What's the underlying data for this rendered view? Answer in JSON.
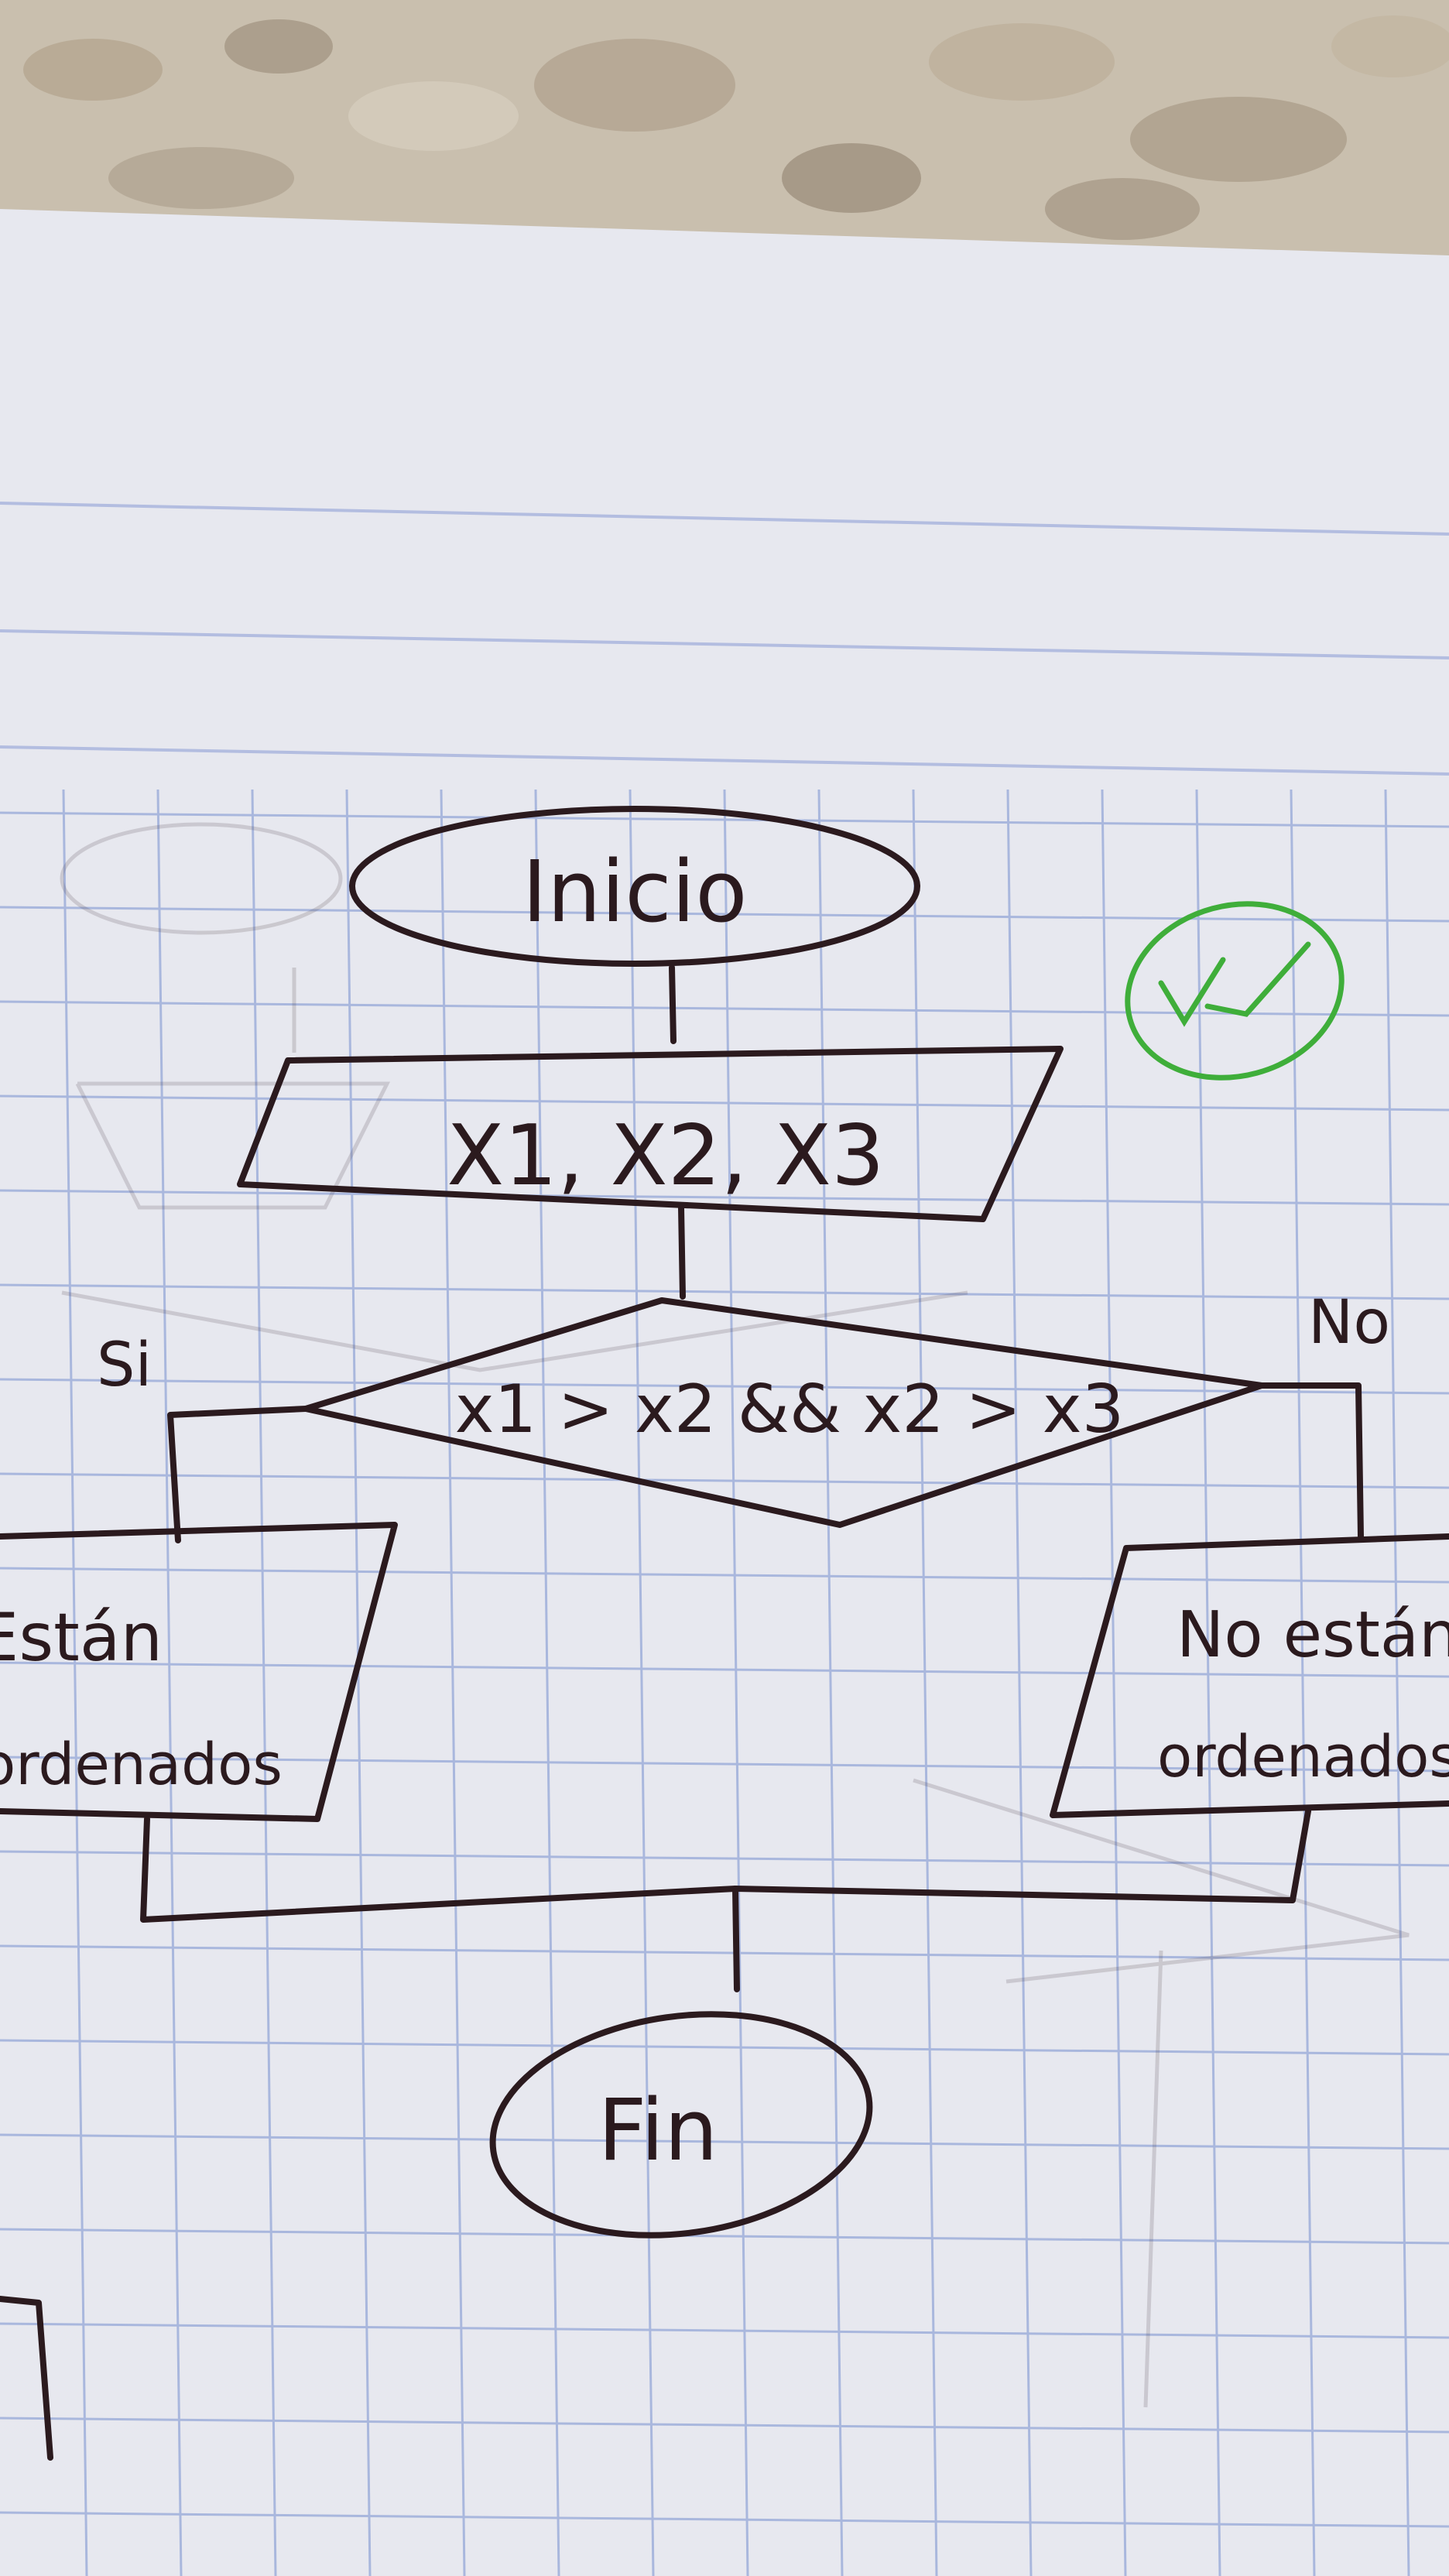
{
  "flowchart": {
    "start": "Inicio",
    "input": "X1, X2, X3",
    "decision": "x1 > x2 && x2 > x3",
    "branch_yes": "Si",
    "branch_no": "No",
    "output_yes_line1": "Están",
    "output_yes_line2": "ordenados",
    "output_no_line1": "No están",
    "output_no_line2": "ordenados",
    "end": "Fin"
  },
  "mark": {
    "name": "check-mark",
    "color": "#3fae3a"
  },
  "colors": {
    "ink": "#2b1a1e",
    "paper": "#e8e9f0",
    "grid": "#a9b7dd",
    "counter": "#bfb2a0"
  }
}
